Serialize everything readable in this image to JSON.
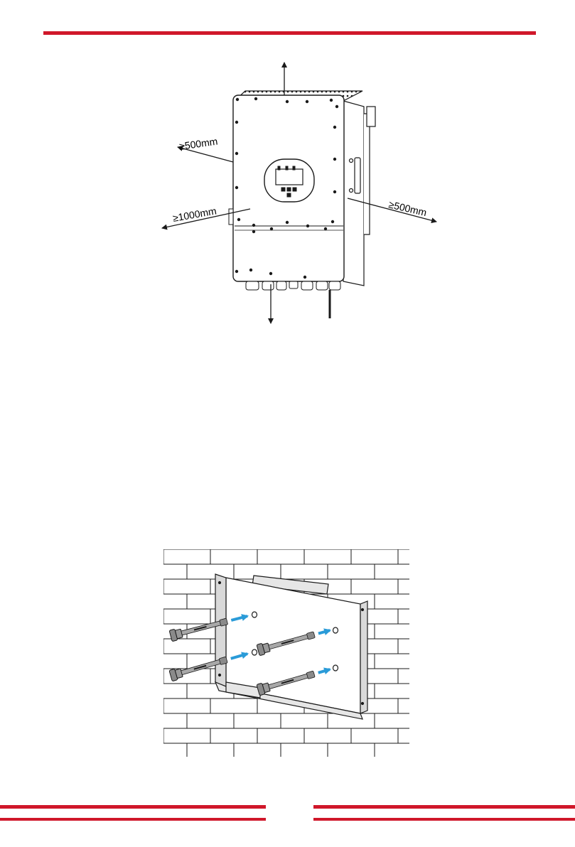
{
  "colors": {
    "accent": "#d0172a",
    "bolt_arrow": "#2a9bd8",
    "line": "#1a1a1a"
  },
  "clearance_figure": {
    "left_label": "≥500mm",
    "front_label": "≥1000mm",
    "right_label": "≥500mm"
  },
  "wall_figure": {
    "icons": [
      "brick-wall",
      "mounting-bracket",
      "expansion-bolt",
      "insert-arrow"
    ]
  }
}
